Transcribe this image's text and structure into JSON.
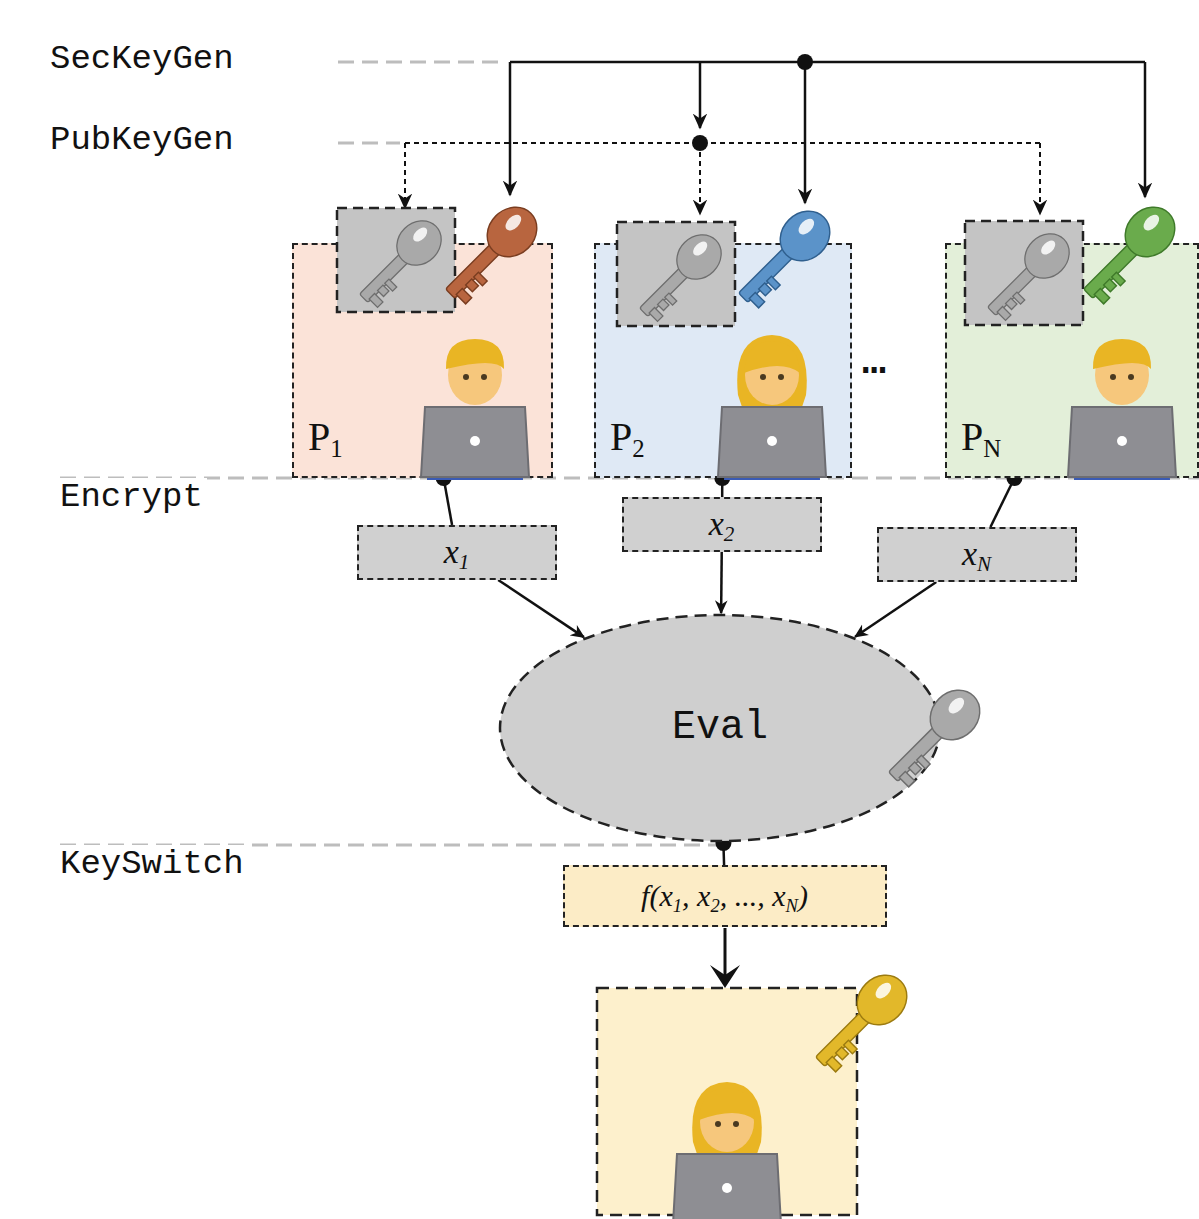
{
  "diagram": {
    "nodes": [
      {
        "text": [
          "P1"
        ]
      },
      {
        "text": [
          "P2"
        ]
      },
      {
        "text": [
          "PN"
        ]
      },
      {
        "text": [
          "x1"
        ]
      },
      {
        "text": [
          "x2"
        ]
      },
      {
        "text": [
          "xN"
        ]
      },
      {
        "text": [
          "Eval"
        ]
      },
      {
        "text": [
          "f(x1, x2, ..., xN)"
        ]
      }
    ],
    "edges": [
      {
        "from": 0,
        "to": 3,
        "arrow": "none"
      },
      {
        "from": 1,
        "to": 4,
        "arrow": "none"
      },
      {
        "from": 2,
        "to": 5,
        "arrow": "none"
      },
      {
        "from": 3,
        "to": 6,
        "arrow": "to"
      },
      {
        "from": 4,
        "to": 6,
        "arrow": "to"
      },
      {
        "from": 5,
        "to": 6,
        "arrow": "to"
      },
      {
        "from": 6,
        "to": 7,
        "arrow": "none"
      }
    ],
    "labels": [
      "SecKeyGen",
      "PubKeyGen",
      "Encrypt",
      "KeySwitch",
      "…"
    ]
  }
}
